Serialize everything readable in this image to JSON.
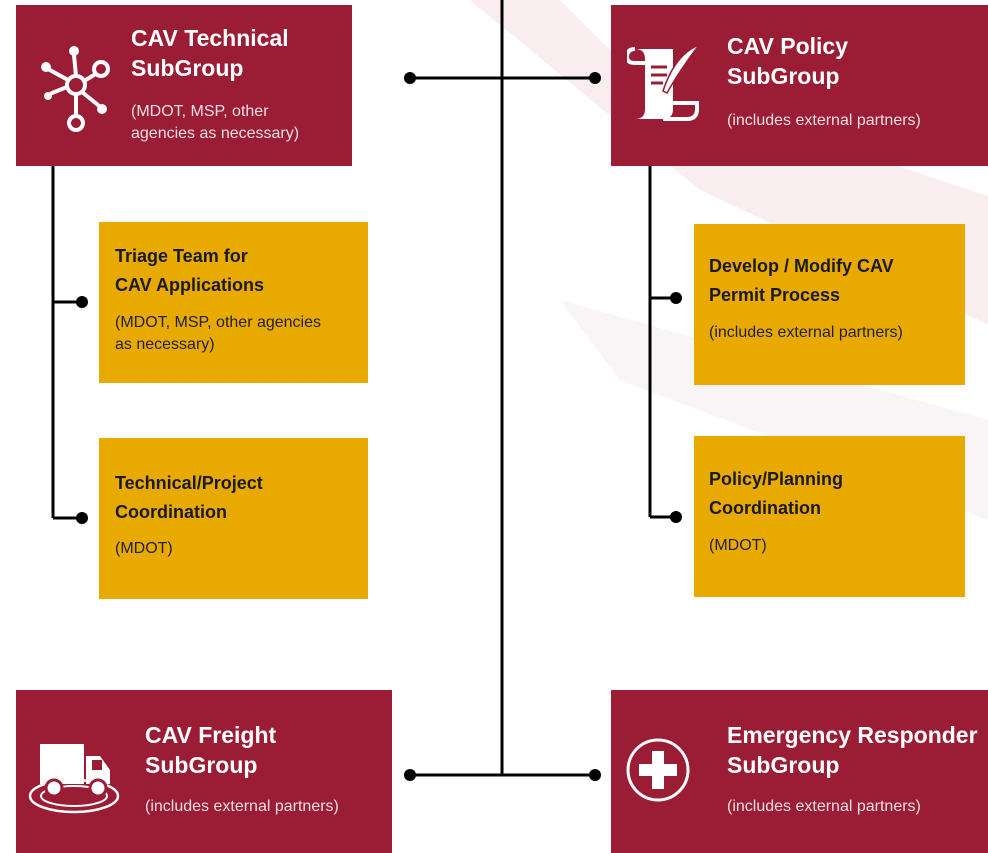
{
  "colors": {
    "subgroup_bg": "#9b1c35",
    "task_bg": "#e8a900",
    "connector": "#000000"
  },
  "subgroups": {
    "technical": {
      "title": "CAV Technical\nSubGroup",
      "description": "(MDOT, MSP, other\nagencies as necessary)",
      "icon": "network-nodes-icon"
    },
    "policy": {
      "title": "CAV Policy\nSubGroup",
      "description": "(includes external partners)",
      "icon": "scroll-quill-icon"
    },
    "freight": {
      "title": "CAV Freight\nSubGroup",
      "description": "(includes external partners)",
      "icon": "delivery-truck-icon"
    },
    "emergency": {
      "title": "Emergency Responder\nSubGroup",
      "description": "(includes external partners)",
      "icon": "medical-cross-icon"
    }
  },
  "tasks": {
    "triage": {
      "title": "Triage Team for\nCAV Applications",
      "description": "(MDOT, MSP, other agencies\nas necessary)"
    },
    "technical_coordination": {
      "title": "Technical/Project\nCoordination",
      "description": "(MDOT)"
    },
    "permit_process": {
      "title": "Develop / Modify CAV\nPermit Process",
      "description": "(includes external partners)"
    },
    "policy_coordination": {
      "title": "Policy/Planning\nCoordination",
      "description": "(MDOT)"
    }
  }
}
